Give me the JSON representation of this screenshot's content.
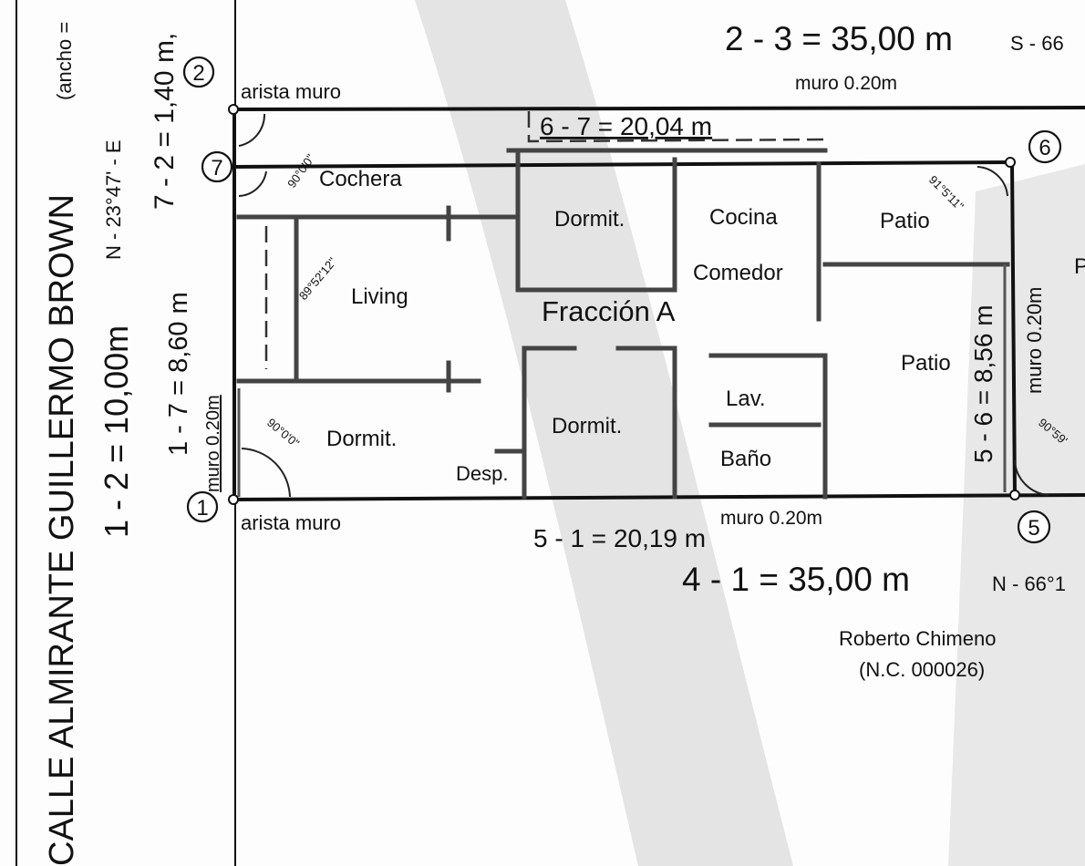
{
  "street": {
    "name": "CALLE ALMIRANTE GUILLERMO BROWN",
    "width_note": "(ancho =",
    "side_1_2": "1 - 2 = 10,00m",
    "bearing_1_2": "N - 23°47' - E",
    "side_7_2": "7 - 2 = 1,40 m,"
  },
  "dimensions": {
    "d_2_3": "2 - 3 = 35,00 m",
    "bearing_2_3": "S - 66",
    "d_6_7": "6 - 7 = 20,04 m",
    "d_1_7": "1 - 7 = 8,60 m",
    "d_5_6": "5 - 6 = 8,56 m",
    "d_5_1": "5 - 1 = 20,19 m",
    "d_4_1": "4 - 1 = 35,00 m",
    "bearing_4_1": "N - 66°1"
  },
  "labels": {
    "arista_top": "arista muro",
    "arista_bottom": "arista muro",
    "muro_top": "muro 0.20m",
    "muro_bottom": "muro 0.20m",
    "muro_left": "muro 0.20m",
    "muro_right": "muro 0.20m",
    "fraccion": "Fracción A",
    "owner_name": "Roberto Chimeno",
    "owner_nc": "(N.C. 000026)",
    "edge_letter": "P"
  },
  "rooms": {
    "cochera": "Cochera",
    "dormit_top": "Dormit.",
    "cocina": "Cocina",
    "comedor": "Comedor",
    "patio_top": "Patio",
    "living": "Living",
    "patio_right": "Patio",
    "lav": "Lav.",
    "bano": "Baño",
    "dormit_center": "Dormit.",
    "dormit_left": "Dormit.",
    "desp": "Desp."
  },
  "angles": {
    "a7": "90°0'0\"",
    "a6": "91°5'11\"",
    "a_living": "89°52'12\"",
    "a1": "90°0'0\"",
    "a5": "90°59'"
  },
  "vertices": {
    "v1": "1",
    "v2": "2",
    "v5": "5",
    "v6": "6",
    "v7": "7"
  }
}
